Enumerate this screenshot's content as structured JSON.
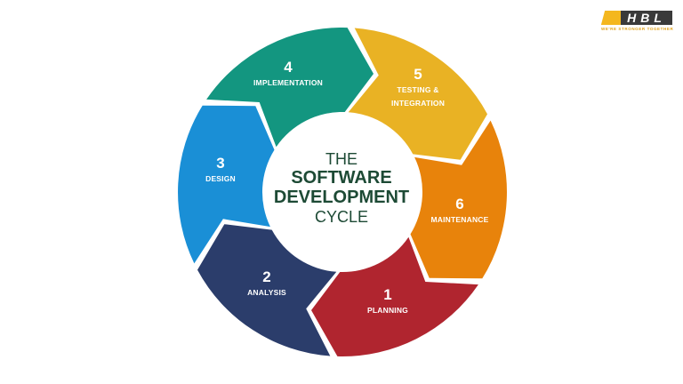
{
  "logo": {
    "text": "HBL",
    "tagline": "WE'RE STRONGER TOGETHER",
    "colors": {
      "accent": "#f4b71e",
      "dark": "#3a3a3a"
    }
  },
  "center": {
    "line1": "THE",
    "line2": "SOFTWARE",
    "line3": "DEVELOPMENT",
    "line4": "CYCLE",
    "color": "#1d4a35"
  },
  "stages": [
    {
      "number": "1",
      "label": "PLANNING",
      "color": "#b0252f"
    },
    {
      "number": "2",
      "label": "ANALYSIS",
      "color": "#2b3d6b"
    },
    {
      "number": "3",
      "label": "DESIGN",
      "color": "#1a8fd6"
    },
    {
      "number": "4",
      "label": "IMPLEMENTATION",
      "color": "#139680"
    },
    {
      "number": "5",
      "label": "TESTING &",
      "label2": "INTEGRATION",
      "color": "#e9b224"
    },
    {
      "number": "6",
      "label": "MAINTENANCE",
      "color": "#e8830b"
    }
  ]
}
